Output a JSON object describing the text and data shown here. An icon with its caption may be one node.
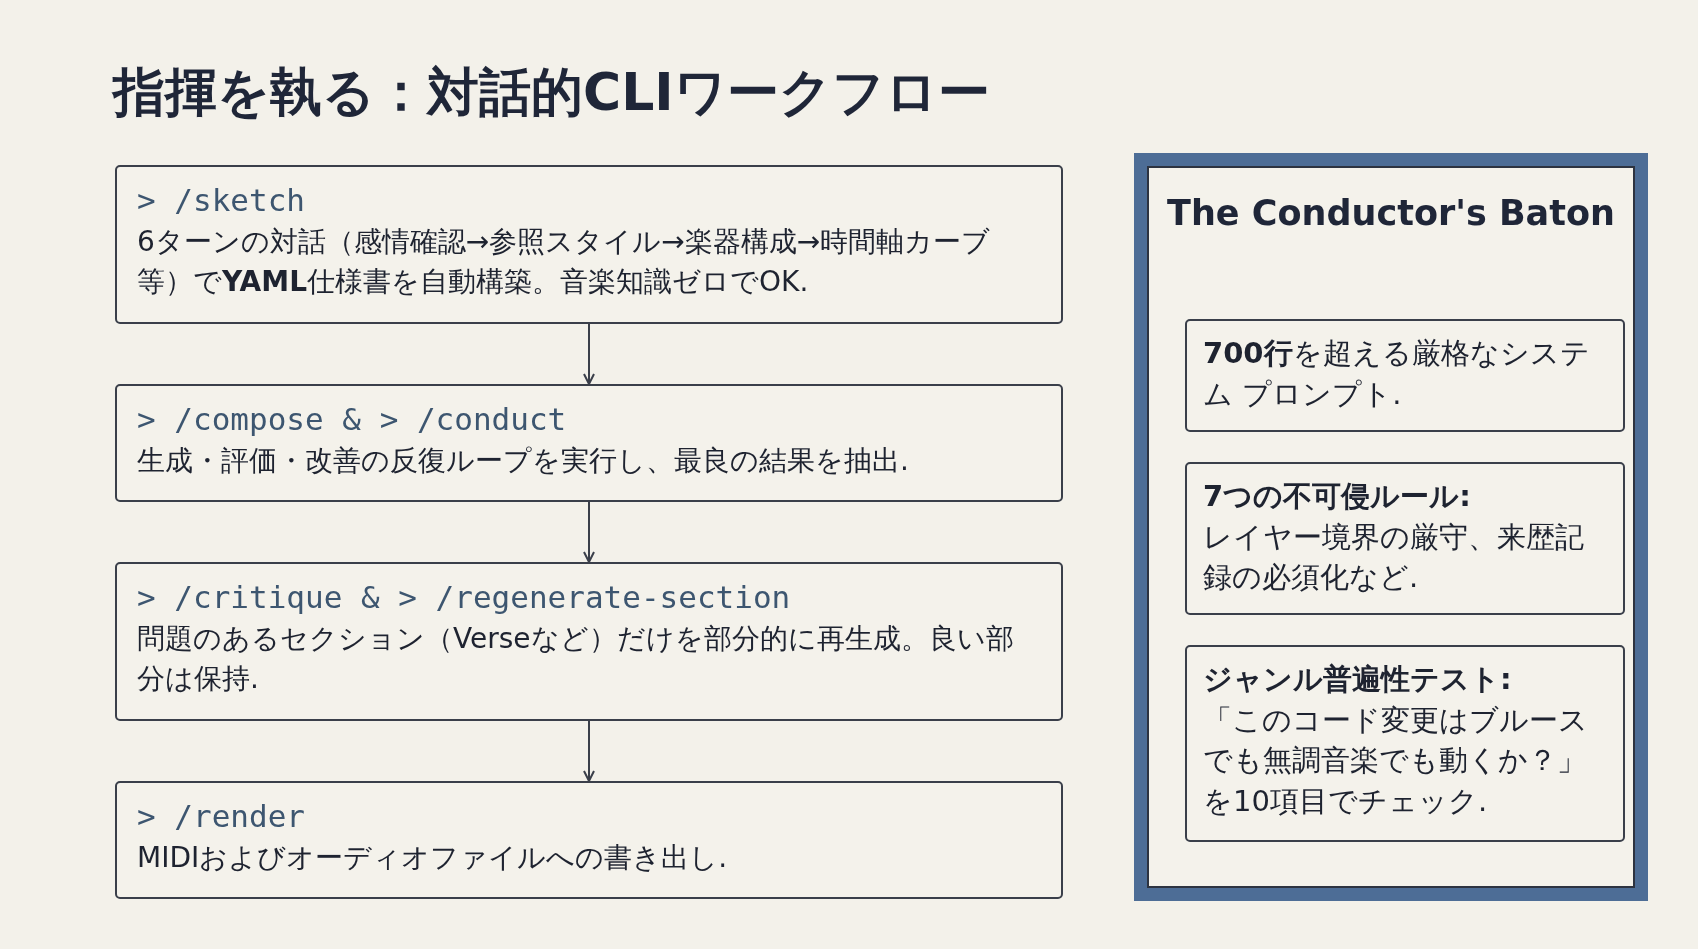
{
  "diagram": {
    "title": "指揮を執る：対話的CLIワークフロー",
    "nodes": [
      {
        "text": [
          "> /sketch",
          "6ターンの対話（感情確認→参照スタイル→楽器構成→時間軸カーブ等）で**YAML**仕様書を自動構築。音楽知識ゼロでOK."
        ]
      },
      {
        "text": [
          "> /compose & > /conduct",
          "生成・評価・改善の反復ループを実行し、最良の結果を抽出."
        ]
      },
      {
        "text": [
          "> /critique & > /regenerate-section",
          "問題のあるセクション（Verseなど）だけを部分的に再生成。良い部分は保持."
        ]
      },
      {
        "text": [
          "> /render",
          "MIDIおよびオーディオファイルへの書き出し."
        ]
      },
      {
        "text": [
          "The Conductor's Baton"
        ]
      },
      {
        "text": [
          "**700行**を超える厳格なシステム プロンプト."
        ],
        "in": 4
      },
      {
        "text": [
          "7つの不可侵ルール:",
          "レイヤー境界の厳守、来歴記録の必須化など."
        ],
        "in": 4
      },
      {
        "text": [
          "ジャンル普遍性テスト:",
          "「このコード変更はブルースでも無調音楽でも動くか？」を10項目でチェック."
        ],
        "in": 4
      }
    ],
    "edges": [
      {
        "from": 0,
        "to": 1,
        "arrow": "to"
      },
      {
        "from": 1,
        "to": 2,
        "arrow": "to"
      },
      {
        "from": 2,
        "to": 3,
        "arrow": "to"
      }
    ]
  }
}
